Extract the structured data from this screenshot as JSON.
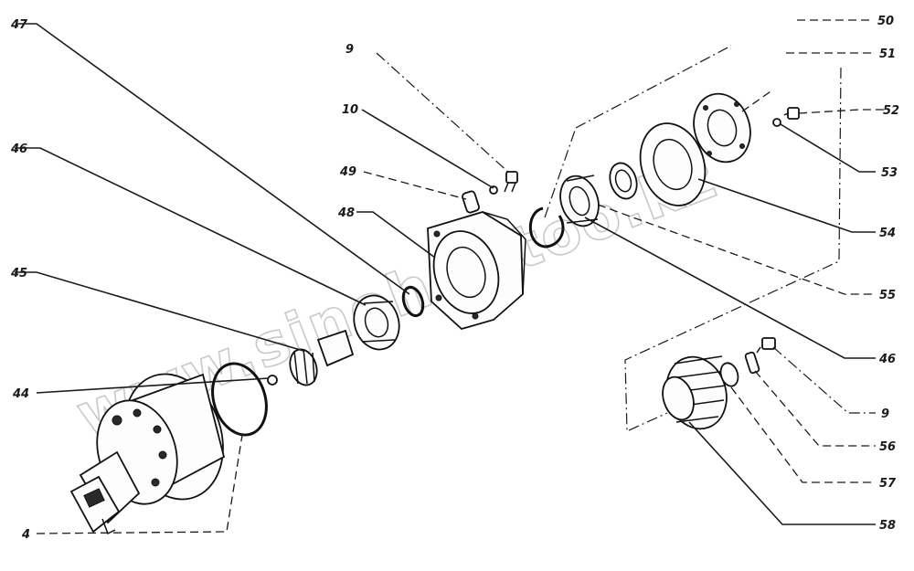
{
  "watermark": "www.sinohal-too.kz",
  "callouts": {
    "c47": "47",
    "c9_top": "9",
    "c10": "10",
    "c49": "49",
    "c48": "48",
    "c46": "46",
    "c45": "45",
    "c44": "44",
    "c4": "4",
    "c50": "50",
    "c51": "51",
    "c52": "52",
    "c53": "53",
    "c54": "54",
    "c55": "55",
    "c46_right": "46",
    "c9_right": "9",
    "c56": "56",
    "c57": "57",
    "c58": "58"
  }
}
